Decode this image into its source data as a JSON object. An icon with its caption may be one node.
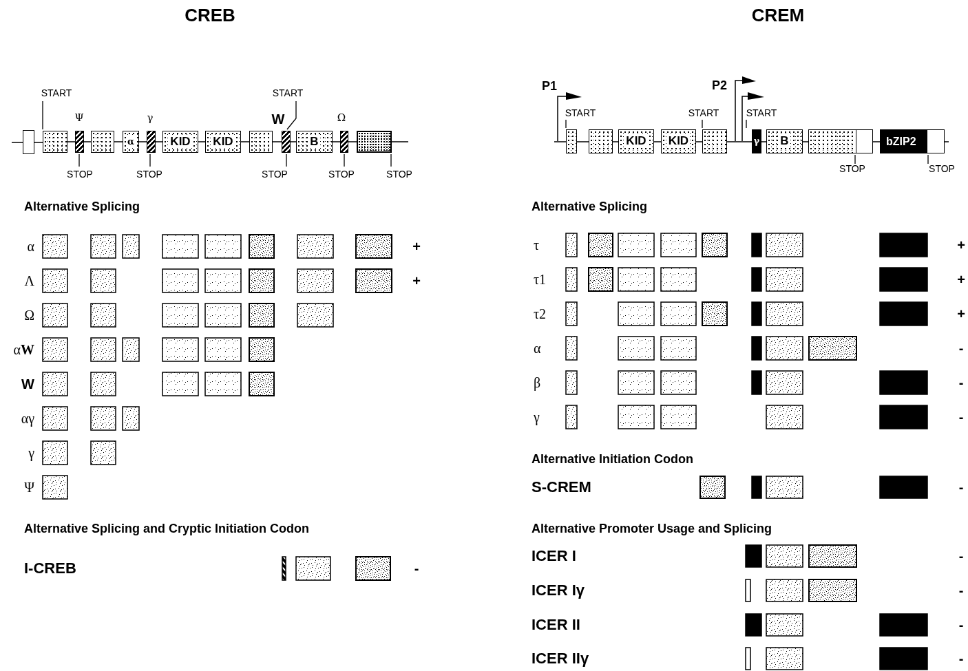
{
  "diagram": {
    "nodes": [
      {
        "text": [],
        "shape": "box"
      },
      {
        "text": [],
        "shape": "box",
        "beside": [
          "START"
        ]
      },
      {
        "text": [],
        "shape": "bar",
        "beside": [
          "Ψ",
          "STOP"
        ]
      },
      {
        "text": [],
        "shape": "box"
      },
      {
        "text": [
          "α"
        ]
      },
      {
        "text": [],
        "shape": "bar",
        "beside": [
          "γ",
          "STOP"
        ]
      },
      {
        "text": [
          "KID"
        ]
      },
      {
        "text": [
          "KID"
        ]
      },
      {
        "text": [],
        "shape": "box"
      },
      {
        "text": [],
        "shape": "bar",
        "beside": [
          "START",
          "W",
          "STOP"
        ]
      },
      {
        "text": [
          "B"
        ]
      },
      {
        "text": [],
        "shape": "bar",
        "beside": [
          "Ω",
          "STOP"
        ]
      },
      {
        "text": [],
        "shape": "box",
        "beside": [
          "STOP"
        ]
      },
      {
        "text": [],
        "shape": "box",
        "beside": [
          "START"
        ]
      },
      {
        "text": [],
        "shape": "box"
      },
      {
        "text": [
          "KID"
        ]
      },
      {
        "text": [
          "KID"
        ]
      },
      {
        "text": [],
        "shape": "box",
        "beside": [
          "START"
        ]
      },
      {
        "text": [
          "γ"
        ],
        "beside": [
          "START"
        ]
      },
      {
        "text": [
          "B"
        ]
      },
      {
        "text": [],
        "shape": "box",
        "beside": [
          "STOP"
        ]
      },
      {
        "text": [
          "bZIP2"
        ],
        "beside": [
          "STOP"
        ]
      }
    ],
    "edges": [
      {
        "from": null,
        "to": 0,
        "arrow": "none"
      },
      {
        "from": 0,
        "to": 1,
        "arrow": "none"
      },
      {
        "from": 1,
        "to": 2,
        "arrow": "none"
      },
      {
        "from": 2,
        "to": 3,
        "arrow": "none"
      },
      {
        "from": 3,
        "to": 4,
        "arrow": "none"
      },
      {
        "from": 4,
        "to": 5,
        "arrow": "none"
      },
      {
        "from": 5,
        "to": 6,
        "arrow": "none"
      },
      {
        "from": 6,
        "to": 7,
        "arrow": "none"
      },
      {
        "from": 7,
        "to": 8,
        "arrow": "none"
      },
      {
        "from": 8,
        "to": 9,
        "arrow": "none"
      },
      {
        "from": 9,
        "to": 10,
        "arrow": "none"
      },
      {
        "from": 10,
        "to": 11,
        "arrow": "none"
      },
      {
        "from": 11,
        "to": 12,
        "arrow": "none"
      },
      {
        "from": 12,
        "to": null,
        "arrow": "none"
      },
      {
        "from": null,
        "to": 13,
        "arrow": "none"
      },
      {
        "from": 13,
        "to": 14,
        "arrow": "none"
      },
      {
        "from": 14,
        "to": 15,
        "arrow": "none"
      },
      {
        "from": 15,
        "to": 16,
        "arrow": "none"
      },
      {
        "from": 16,
        "to": 17,
        "arrow": "none"
      },
      {
        "from": 17,
        "to": 18,
        "arrow": "none"
      },
      {
        "from": 18,
        "to": 19,
        "arrow": "none"
      },
      {
        "from": 19,
        "to": 20,
        "arrow": "none"
      },
      {
        "from": 20,
        "to": 21,
        "arrow": "none"
      },
      {
        "from": 21,
        "to": null,
        "arrow": "none"
      }
    ],
    "labels": [
      "CREB",
      "Alternative Splicing",
      "α",
      "+",
      "Λ",
      "+",
      "Ω",
      "α**W**",
      "W",
      "αγ",
      "γ",
      "Ψ",
      "Alternative Splicing and Cryptic Initiation Codon",
      "I-CREB",
      "-",
      "CREM",
      "P1",
      "P2",
      "Alternative Splicing",
      "τ",
      "+",
      "τ1",
      "+",
      "τ2",
      "+",
      "α",
      "-",
      "β",
      "-",
      "γ",
      "-",
      "Alternative Initiation Codon",
      "S-CREM",
      "-",
      "Alternative Promoter Usage and Splicing",
      "ICER I",
      "-",
      "ICER Iγ",
      "-",
      "ICER II",
      "-",
      "ICER IIγ",
      "-"
    ]
  }
}
